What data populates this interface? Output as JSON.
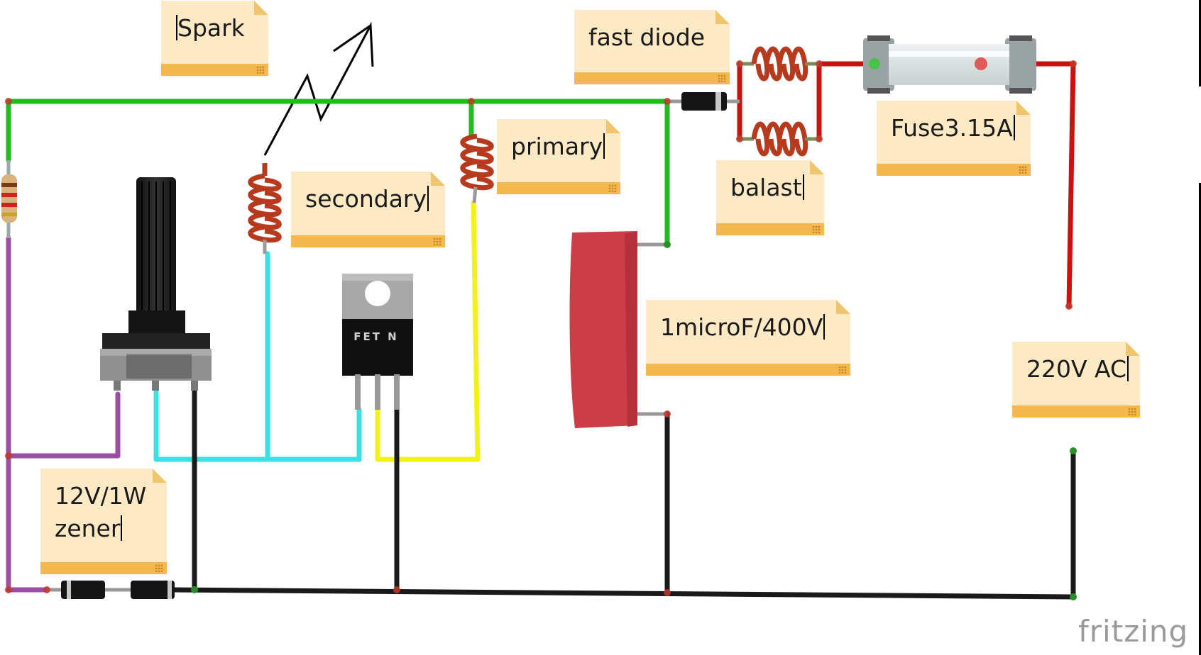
{
  "diagram": {
    "labels": {
      "spark": "Spark",
      "fast_diode": "fast diode",
      "primary": "primary",
      "secondary": "secondary",
      "balast": "balast",
      "fuse": "Fuse3.15A",
      "capacitor": "1microF/400V",
      "zener": "12V/1W\nzener",
      "ac": "220V AC",
      "fet_marking": "FET N"
    },
    "brand": "fritzing",
    "wire_colors": {
      "green": "#22bb22",
      "red": "#cc1111",
      "black": "#1a1a1a",
      "purple": "#9b4fa0",
      "cyan": "#3de0e0",
      "yellow": "#f2f21a"
    },
    "component_colors": {
      "capacitor": "#cc3d48",
      "note_body": "#fde9c4",
      "note_strip": "#f5b84f",
      "coil": "#b73a1e",
      "fet_body": "#111111"
    }
  }
}
